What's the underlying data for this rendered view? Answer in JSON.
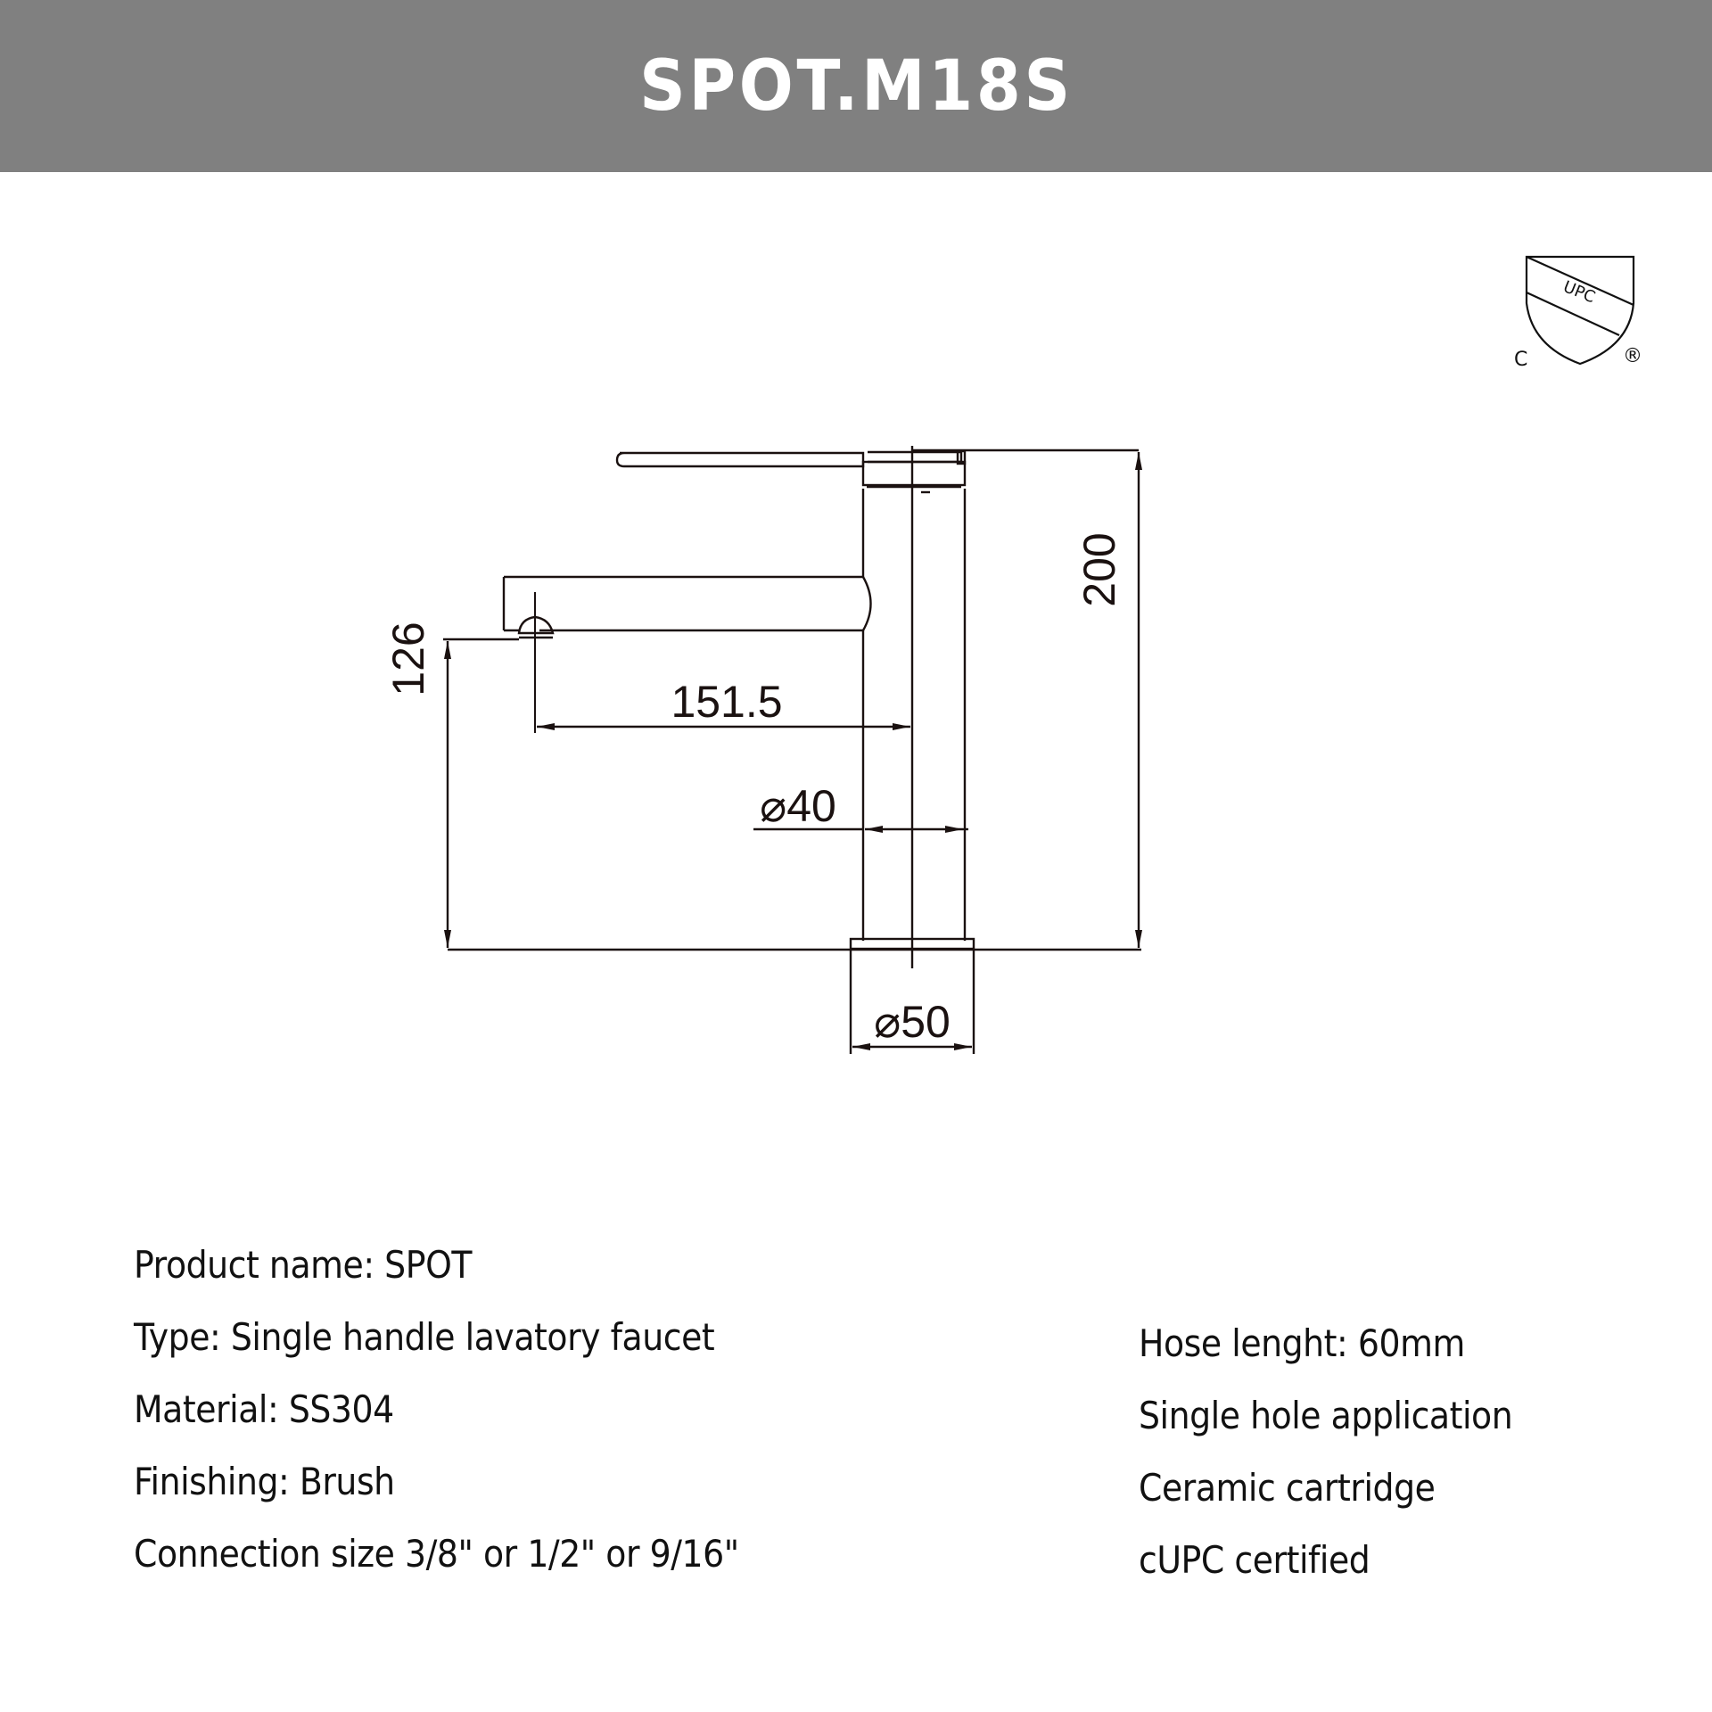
{
  "header": {
    "title": "SPOT.M18S",
    "background": "#808080",
    "text_color": "#ffffff"
  },
  "certification": {
    "icon": "cupc-shield-icon",
    "shield_text": "UPC",
    "prefix": "C",
    "registered": "®"
  },
  "drawing": {
    "title": "Faucet side-view dimension drawing",
    "units": "mm",
    "dimensions": {
      "total_height": "200",
      "spout_height": "126",
      "spout_reach": "151.5",
      "body_diameter": "⌀40",
      "base_diameter": "⌀50"
    },
    "line_color": "#1a1110"
  },
  "specs": {
    "left": [
      "Product name: SPOT",
      "Type: Single handle lavatory faucet",
      "Material: SS304",
      "Finishing: Brush",
      "Connection size 3/8\" or 1/2\" or 9/16\""
    ],
    "right": [
      "Hose lenght: 60mm",
      "Single hole application",
      "Ceramic cartridge",
      "cUPC certified"
    ]
  }
}
